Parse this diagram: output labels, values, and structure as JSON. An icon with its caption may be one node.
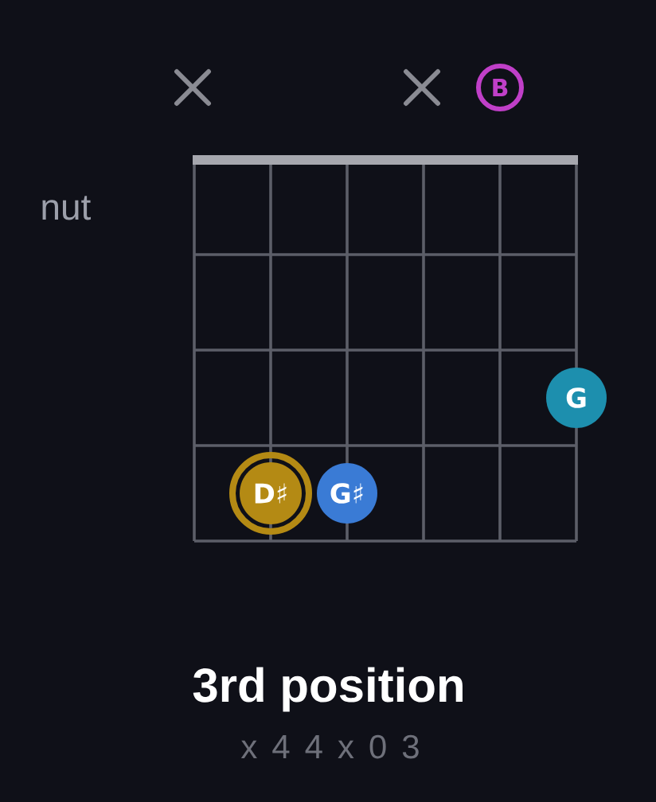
{
  "diagram": {
    "title": "3rd position",
    "caption": "x 4 4 x 0 3",
    "nodes": [
      {
        "text": [
          "B"
        ]
      },
      {
        "text": [
          "G"
        ]
      },
      {
        "text": [
          "D♯"
        ]
      },
      {
        "text": [
          "G♯"
        ]
      }
    ],
    "labels": [
      "nut"
    ]
  }
}
